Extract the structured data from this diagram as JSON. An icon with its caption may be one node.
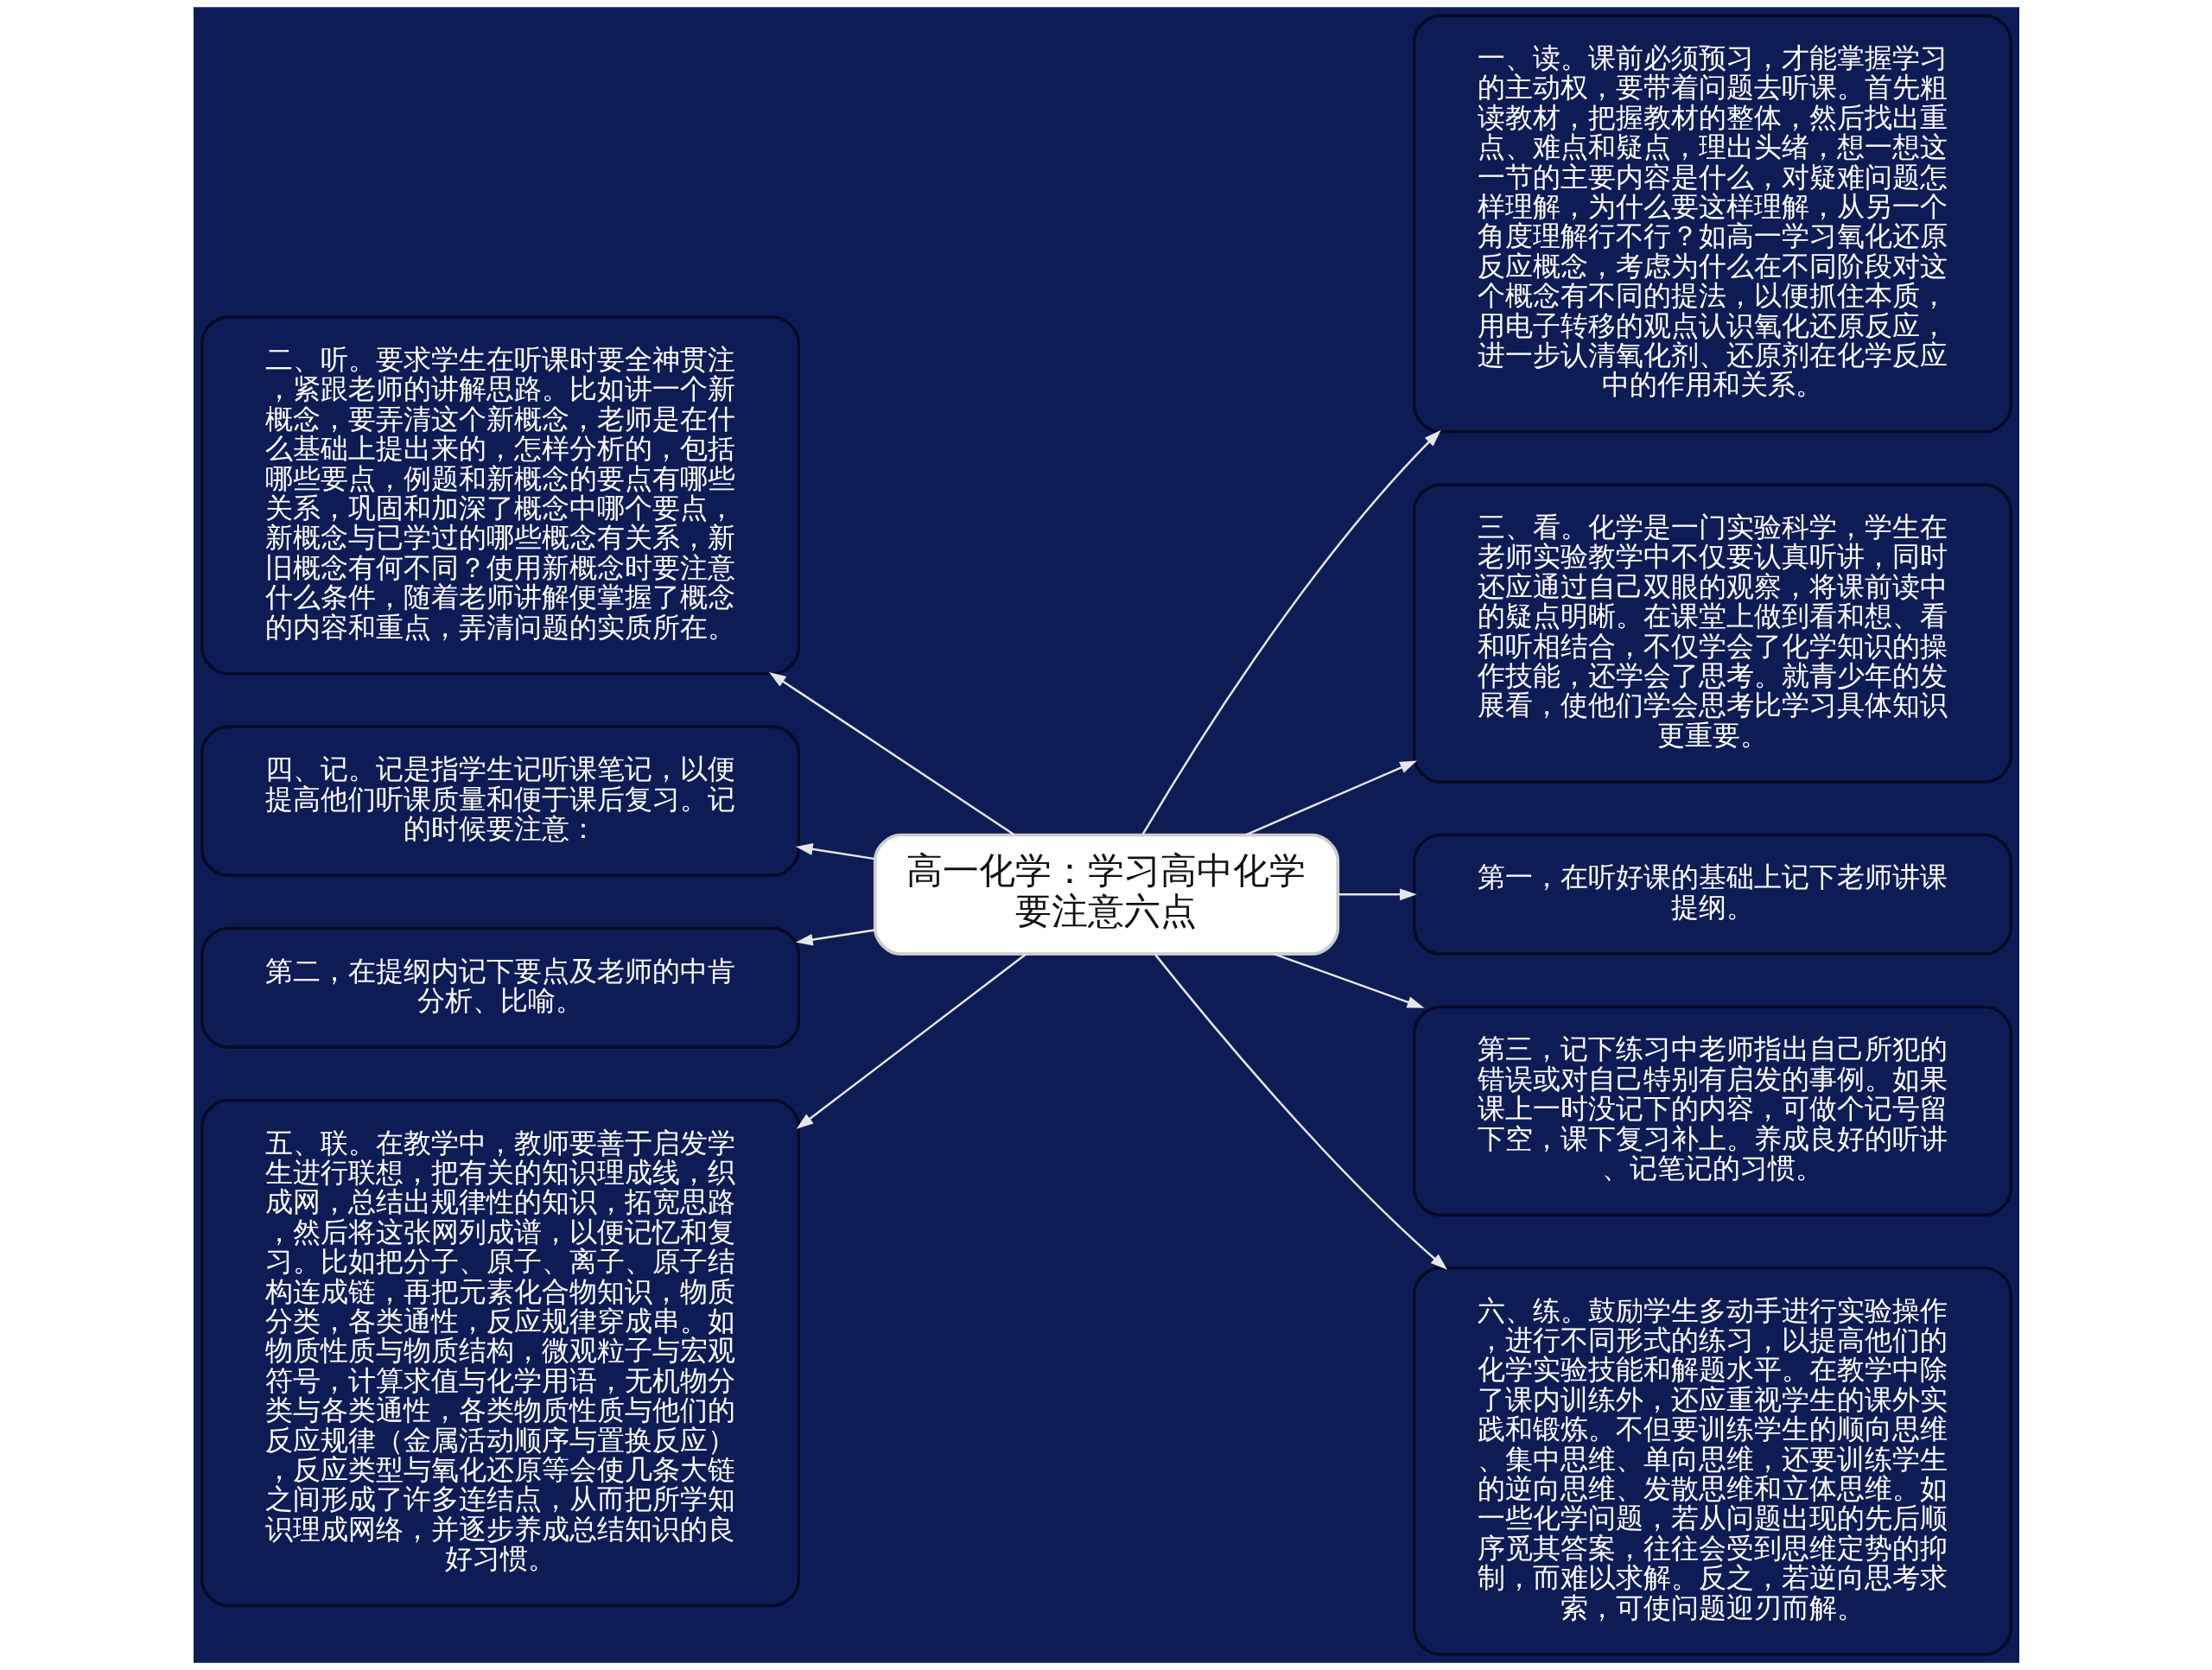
{
  "diagram": {
    "nodes": [
      {
        "text": [
          "高一化学：学习高中化学要注意六点"
        ]
      },
      {
        "text": [
          "一、读。课前必须预习，才能掌握学习的主动权，要带着问题去听课。首先粗读教材，把握教材的整体，然后找出重点、难点和疑点，理出头绪，想一想这一节的主要内容是什么，对疑难问题怎样理解，为什么要这样理解，从另一个角度理解行不行？如高一学习氧化还原反应概念，考虑为什么在不同阶段对这个概念有不同的提法，以便抓住本质，用电子转移的观点认识氧化还原反应，进一步认清氧化剂、还原剂在化学反应中的作用和关系。"
        ]
      },
      {
        "text": [
          "二、听。要求学生在听课时要全神贯注，紧跟老师的讲解思路。比如讲一个新概念，要弄清这个新概念，老师是在什么基础上提出来的，怎样分析的，包括哪些要点，例题和新概念的要点有哪些关系，巩固和加深了概念中哪个要点，新概念与已学过的哪些概念有关系，新旧概念有何不同？使用新概念时要注意什么条件，随着老师讲解便掌握了概念的内容和重点，弄清问题的实质所在。"
        ]
      },
      {
        "text": [
          "三、看。化学是一门实验科学，学生在老师实验教学中不仅要认真听讲，同时还应通过自己双眼的观察，将课前读中的疑点明晰。在课堂上做到看和想、看和听相结合，不仅学会了化学知识的操作技能，还学会了思考。就青少年的发展看，使他们学会思考比学习具体知识更重要。"
        ]
      },
      {
        "text": [
          "四、记。记是指学生记听课笔记，以便提高他们听课质量和便于课后复习。记的时候要注意："
        ]
      },
      {
        "text": [
          "第二，在提纲内记下要点及老师的中肯分析、比喻。"
        ]
      },
      {
        "text": [
          "第一，在听好课的基础上记下老师讲课提纲。"
        ]
      },
      {
        "text": [
          "五、联。在教学中，教师要善于启发学生进行联想，把有关的知识理成线，织成网，总结出规律性的知识，拓宽思路，然后将这张网列成谱，以便记忆和复习。比如把分子、原子、离子、原子结构连成链，再把元素化合物知识，物质分类，各类通性，反应规律穿成串。如物质性质与物质结构，微观粒子与宏观符号，计算求值与化学用语，无机物分类与各类通性，各类物质性质与他们的反应规律（金属活动顺序与置换反应），反应类型与氧化还原等会使几条大链之间形成了许多连结点，从而把所学知识理成网络，并逐步养成总结知识的良好习惯。"
        ]
      },
      {
        "text": [
          "第三，记下练习中老师指出自己所犯的错误或对自己特别有启发的事例。如果课上一时没记下的内容，可做个记号留下空，课下复习补上。养成良好的听讲、记笔记的习惯。"
        ]
      },
      {
        "text": [
          "六、练。鼓励学生多动手进行实验操作，进行不同形式的练习，以提高他们的化学实验技能和解题水平。在教学中除了课内训练外，还应重视学生的课外实践和锻炼。不但要训练学生的顺向思维、集中思维、单向思维，还要训练学生的逆向思维、发散思维和立体思维。如一些化学问题，若从问题出现的先后顺序觅其答案，往往会受到思维定势的抑制，而难以求解。反之，若逆向思考求索，可使问题迎刃而解。"
        ]
      }
    ],
    "edges": [
      {
        "from": 0,
        "to": 1,
        "arrow": "to"
      },
      {
        "from": 0,
        "to": 2,
        "arrow": "to"
      },
      {
        "from": 0,
        "to": 3,
        "arrow": "to"
      },
      {
        "from": 0,
        "to": 4,
        "arrow": "to"
      },
      {
        "from": 0,
        "to": 5,
        "arrow": "to"
      },
      {
        "from": 0,
        "to": 6,
        "arrow": "to"
      },
      {
        "from": 0,
        "to": 7,
        "arrow": "to"
      },
      {
        "from": 0,
        "to": 8,
        "arrow": "to"
      },
      {
        "from": 0,
        "to": 9,
        "arrow": "to"
      }
    ]
  }
}
